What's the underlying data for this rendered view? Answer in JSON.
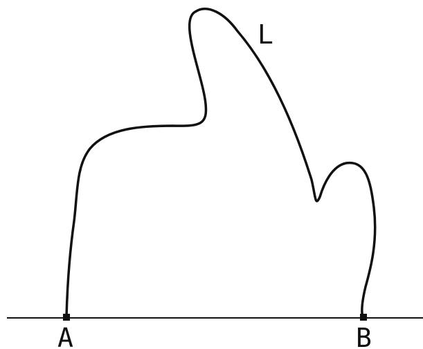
{
  "diagram": {
    "curve_label": "L",
    "point_a_label": "A",
    "point_b_label": "B",
    "colors": {
      "ink": "#111111",
      "background": "#ffffff"
    }
  }
}
